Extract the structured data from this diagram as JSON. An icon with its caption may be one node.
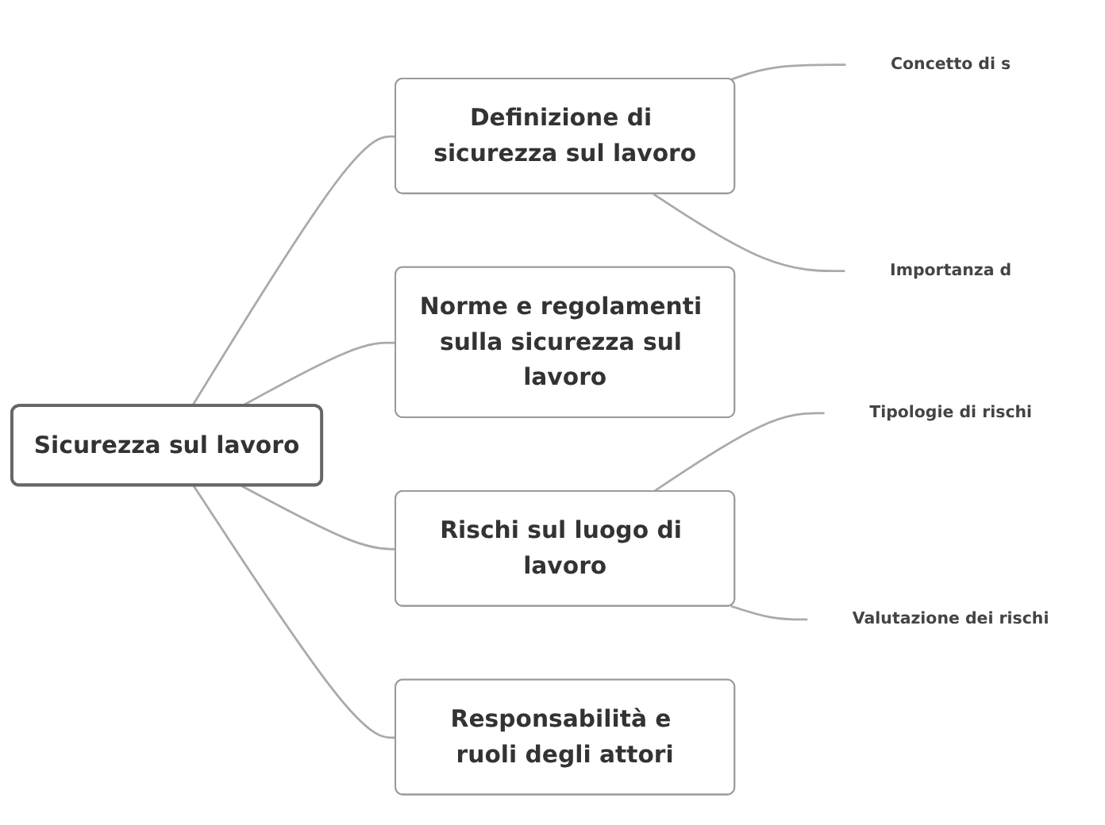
{
  "diagram": {
    "nodes": [
      {
        "text": [
          "Sicurezza sul lavoro"
        ]
      },
      {
        "text": [
          "Definizione di sicurezza sul lavoro"
        ]
      },
      {
        "text": [
          "Concetto di s"
        ]
      },
      {
        "text": [
          "Importanza d"
        ]
      },
      {
        "text": [
          "Norme e regolamenti sulla sicurezza sul lavoro"
        ]
      },
      {
        "text": [
          "Rischi sul luogo di lavoro"
        ]
      },
      {
        "text": [
          "Tipologie di rischi"
        ]
      },
      {
        "text": [
          "Valutazione dei rischi"
        ]
      },
      {
        "text": [
          "Responsabilità e ruoli degli attori"
        ]
      }
    ],
    "edges": [
      {
        "from": 0,
        "to": 1,
        "arrow": "none"
      },
      {
        "from": 1,
        "to": 2,
        "arrow": "none"
      },
      {
        "from": 1,
        "to": 3,
        "arrow": "none"
      },
      {
        "from": 0,
        "to": 4,
        "arrow": "none"
      },
      {
        "from": 0,
        "to": 5,
        "arrow": "none"
      },
      {
        "from": 5,
        "to": 6,
        "arrow": "none"
      },
      {
        "from": 5,
        "to": 7,
        "arrow": "none"
      },
      {
        "from": 0,
        "to": 8,
        "arrow": "none"
      }
    ]
  }
}
